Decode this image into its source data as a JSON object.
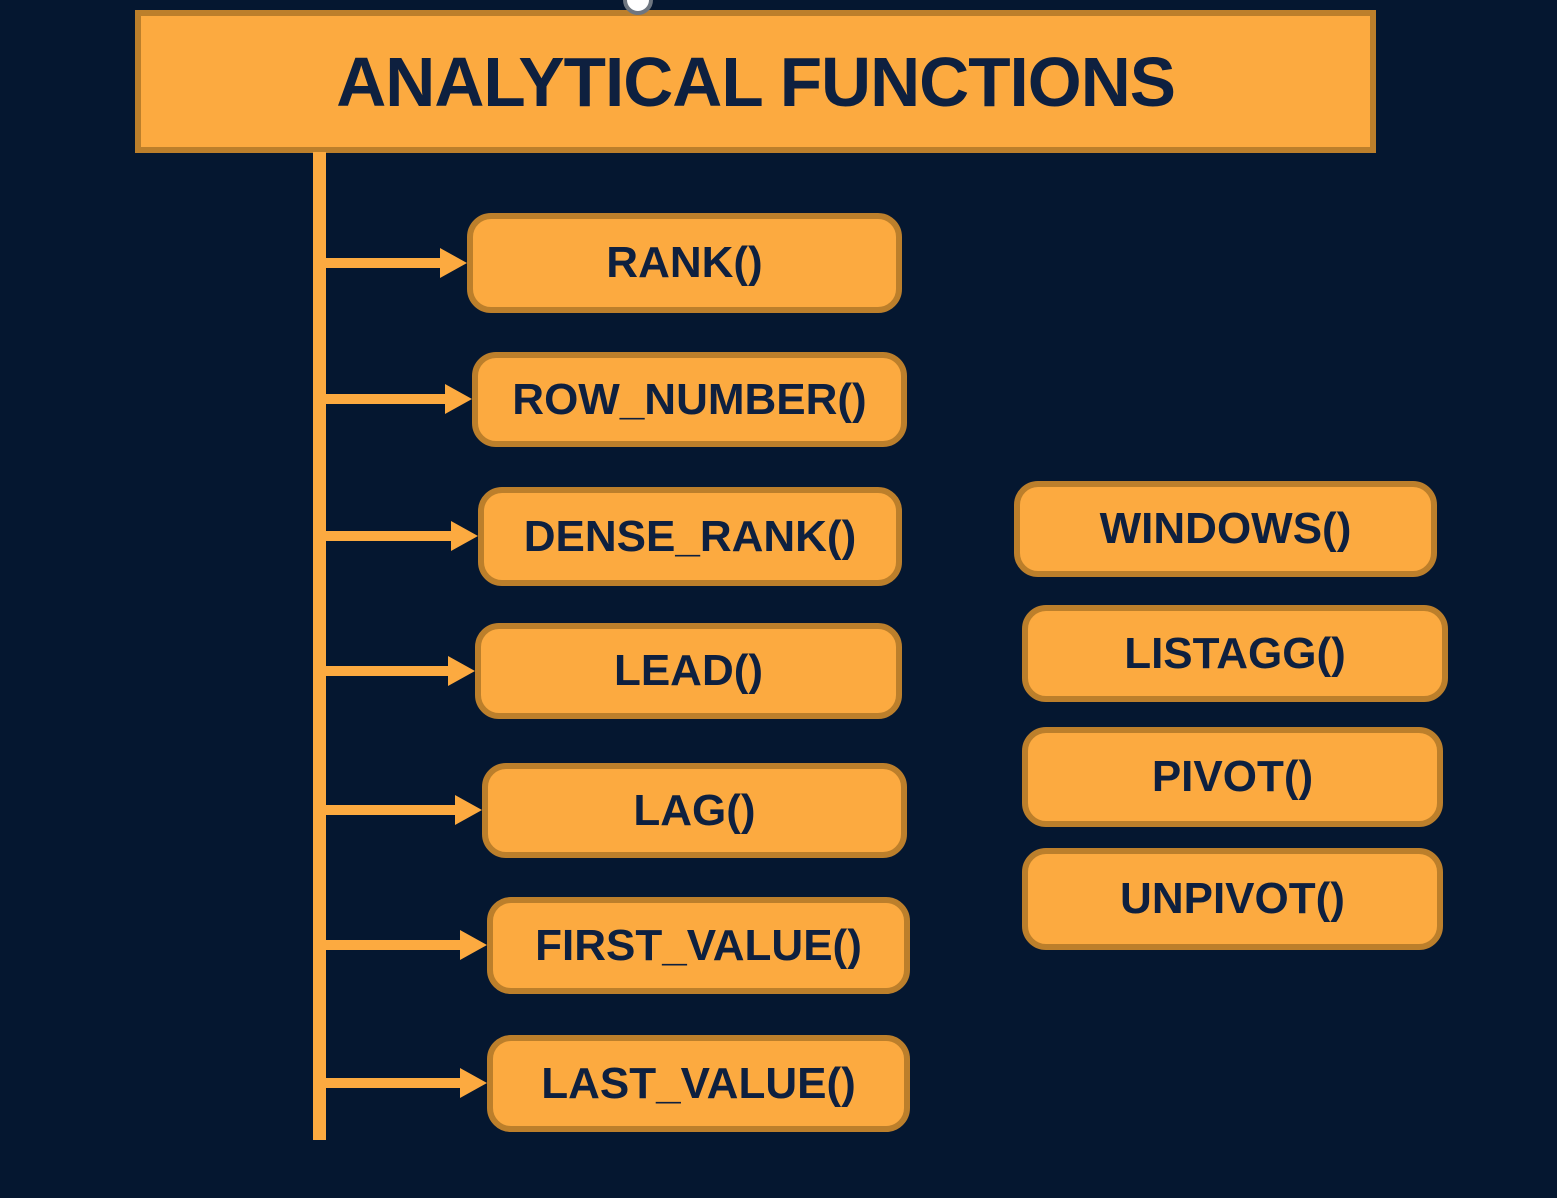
{
  "colors": {
    "background": "#051730",
    "box-fill": "#FCAA40",
    "box-border": "#BC7F2B",
    "text": "#0E203F",
    "connector": "#FCAA40"
  },
  "banner": {
    "title": "ANALYTICAL FUNCTIONS"
  },
  "icons": {
    "rotate_handle": "circle-selection-handle"
  },
  "branches": [
    {
      "label": "RANK()"
    },
    {
      "label": "ROW_NUMBER()"
    },
    {
      "label": "DENSE_RANK()"
    },
    {
      "label": "LEAD()"
    },
    {
      "label": "LAG()"
    },
    {
      "label": "FIRST_VALUE()"
    },
    {
      "label": "LAST_VALUE()"
    }
  ],
  "side_boxes": [
    {
      "label": "WINDOWS()"
    },
    {
      "label": "LISTAGG()"
    },
    {
      "label": "PIVOT()"
    },
    {
      "label": "UNPIVOT()"
    }
  ]
}
